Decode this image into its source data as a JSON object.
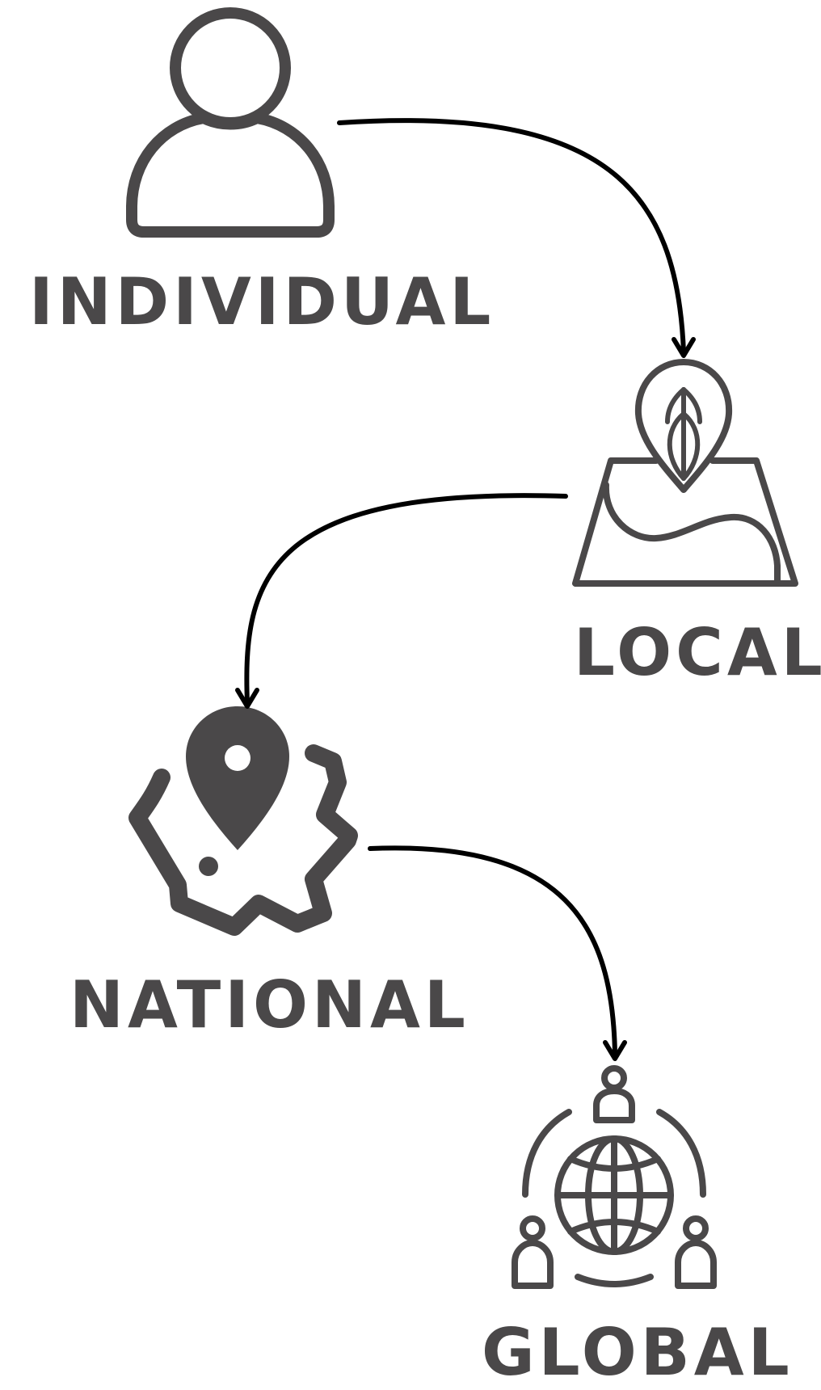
{
  "diagram": {
    "stages": [
      {
        "id": "individual",
        "label": "INDIVIDUAL",
        "icon": "person-icon"
      },
      {
        "id": "local",
        "label": "LOCAL",
        "icon": "land-pin-leaf-icon"
      },
      {
        "id": "national",
        "label": "NATIONAL",
        "icon": "country-map-pin-icon"
      },
      {
        "id": "global",
        "label": "GLOBAL",
        "icon": "globe-people-icon"
      }
    ],
    "flow": [
      {
        "from": "individual",
        "to": "local"
      },
      {
        "from": "local",
        "to": "national"
      },
      {
        "from": "national",
        "to": "global"
      }
    ],
    "colors": {
      "icon": "#4a4849",
      "text": "#4a4849",
      "arrow": "#000000",
      "background": "#ffffff"
    }
  }
}
